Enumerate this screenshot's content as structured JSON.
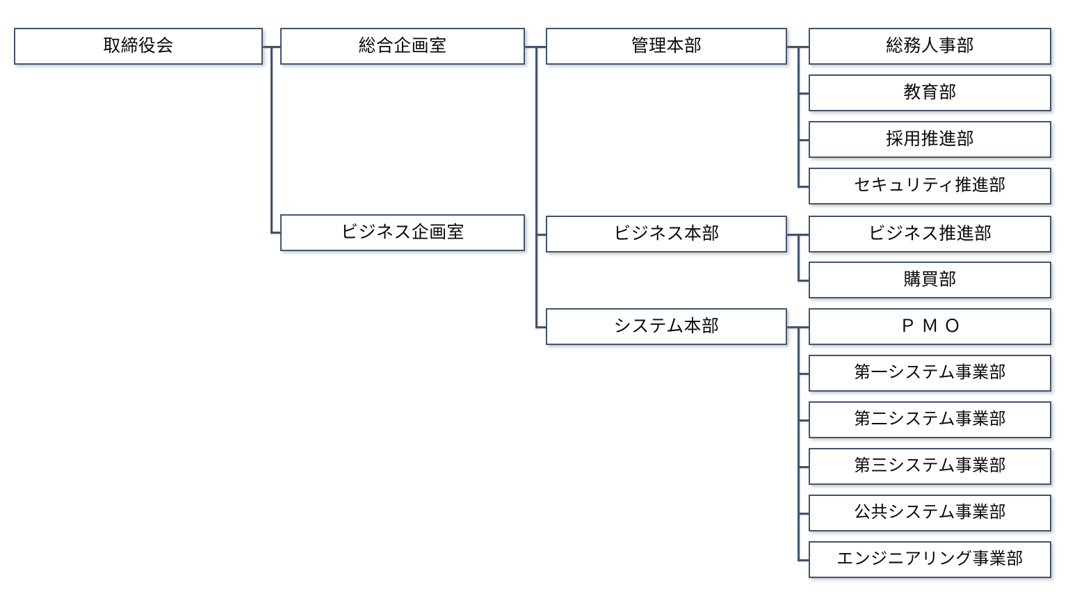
{
  "diagram": {
    "type": "organization-chart",
    "title": "",
    "orientation": "left-to-right",
    "levels": 4,
    "colors": {
      "box_border": "#41546e",
      "box_fill": "#ffffff",
      "connector": "#41546e",
      "text": "#0a0a0a",
      "background": "#ffffff"
    },
    "nodes": {
      "board": {
        "label": "取締役会",
        "level": 1
      },
      "planning_general": {
        "label": "総合企画室",
        "level": 2
      },
      "planning_business": {
        "label": "ビジネス企画室",
        "level": 2
      },
      "div_admin": {
        "label": "管理本部",
        "level": 3
      },
      "div_business": {
        "label": "ビジネス本部",
        "level": 3
      },
      "div_system": {
        "label": "システム本部",
        "level": 3
      },
      "dept_general_affairs_hr": {
        "label": "総務人事部",
        "level": 4
      },
      "dept_education": {
        "label": "教育部",
        "level": 4
      },
      "dept_recruiting": {
        "label": "採用推進部",
        "level": 4
      },
      "dept_security": {
        "label": "セキュリティ推進部",
        "level": 4
      },
      "dept_business_promo": {
        "label": "ビジネス推進部",
        "level": 4
      },
      "dept_purchasing": {
        "label": "購買部",
        "level": 4
      },
      "dept_pmo": {
        "label": "ＰＭＯ",
        "level": 4
      },
      "dept_system_1": {
        "label": "第一システム事業部",
        "level": 4
      },
      "dept_system_2": {
        "label": "第二システム事業部",
        "level": 4
      },
      "dept_system_3": {
        "label": "第三システム事業部",
        "level": 4
      },
      "dept_system_public": {
        "label": "公共システム事業部",
        "level": 4
      },
      "dept_engineering": {
        "label": "エンジニアリング事業部",
        "level": 4
      }
    },
    "edges": [
      {
        "from": "board",
        "to": "planning_general"
      },
      {
        "from": "board",
        "to": "planning_business"
      },
      {
        "from": "planning_general",
        "to": "div_admin"
      },
      {
        "from": "planning_general",
        "to": "div_business"
      },
      {
        "from": "planning_general",
        "to": "div_system"
      },
      {
        "from": "div_admin",
        "to": "dept_general_affairs_hr"
      },
      {
        "from": "div_admin",
        "to": "dept_education"
      },
      {
        "from": "div_admin",
        "to": "dept_recruiting"
      },
      {
        "from": "div_admin",
        "to": "dept_security"
      },
      {
        "from": "div_business",
        "to": "dept_business_promo"
      },
      {
        "from": "div_business",
        "to": "dept_purchasing"
      },
      {
        "from": "div_system",
        "to": "dept_pmo"
      },
      {
        "from": "div_system",
        "to": "dept_system_1"
      },
      {
        "from": "div_system",
        "to": "dept_system_2"
      },
      {
        "from": "div_system",
        "to": "dept_system_3"
      },
      {
        "from": "div_system",
        "to": "dept_system_public"
      },
      {
        "from": "div_system",
        "to": "dept_engineering"
      }
    ]
  }
}
